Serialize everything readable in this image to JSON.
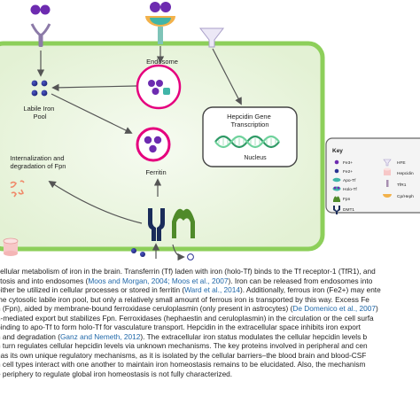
{
  "diagram": {
    "labels": {
      "endosome": "Endosome",
      "labile_iron_pool": "Labile Iron\nPool",
      "ferritin": "Ferritin",
      "internalization": "Internalization and\ndegradation of Fpn",
      "hepcidin_gene": "Hepcidin Gene\nTranscription",
      "nucleus": "Nucleus"
    },
    "key": {
      "title": "Key",
      "left": [
        "Fe3+",
        "Fe2+",
        "Apo-Tf",
        "Holo-Tf",
        "Fpn",
        "DMT1"
      ],
      "right": [
        "HFE",
        "Hepcidin",
        "TfR1",
        "Cp/Heph"
      ]
    },
    "colors": {
      "cell_border": "#8dcf5a",
      "cell_fill": "#eaf5df",
      "iron": "#2a3292",
      "ferritin_ring": "#e5007e",
      "ferritin_core": "#6d2bb0",
      "dmt1": "#1a2c5a",
      "fpn": "#4f8a2a",
      "hepcidin": "#f4b6b6",
      "hfe": "#a89ec8",
      "tfr1": "#a78eb0",
      "cp_heph": "#f2b14a",
      "dna_green": "#3fb27a",
      "arrow": "#555555"
    }
  },
  "caption": {
    "line1": [
      {
        "t": "cellular metabolism of iron in the brain. Transferrin (Tf) laden with iron (holo-Tf) binds to the Tf receptor-1 (TfR1), and"
      }
    ],
    "line2": [
      {
        "t": "ytosis and into endosomes ("
      },
      {
        "t": "Moos and Morgan, 2004; Moos et al., 2007",
        "link": true
      },
      {
        "t": "). Iron can be released from endosomes into"
      }
    ],
    "line3": [
      {
        "t": "either be utilized in cellular processes or stored in ferritin ("
      },
      {
        "t": "Ward et al., 2014",
        "link": true
      },
      {
        "t": "). Additionally, ferrous iron (Fe2+) may ente"
      }
    ],
    "line4": [
      {
        "t": "the cytosolic labile iron pool, but only a relatively small amount of ferrous iron is transported by this way. Excess Fe"
      }
    ],
    "line5": [
      {
        "t": "n (Fpn), aided by membrane-bound ferroxidase ceruloplasmin (only present in astrocytes) ("
      },
      {
        "t": "De Domenico et al., 2007",
        "link": true
      },
      {
        "t": ")"
      }
    ],
    "line6": [
      {
        "t": "n-mediated export but stabilizes Fpn. Ferroxidases (hephaestin and ceruloplasmin) in the circulation or the cell surfa"
      }
    ],
    "line7": [
      {
        "t": "binding to apo-Tf to form holo-Tf for vasculature transport. Hepcidin in the extracellular space inhibits iron export"
      }
    ],
    "line8": [
      {
        "t": "n and degradation ("
      },
      {
        "t": "Ganz and Nemeth, 2012",
        "link": true
      },
      {
        "t": "). The extracellular iron status modulates the cellular hepcidin levels b"
      }
    ],
    "line9": [
      {
        "t": "n turn regulates cellular hepcidin levels via unknown mechanisms. The key proteins involved in peripheral and cen"
      }
    ],
    "line10": [
      {
        "t": "has its own unique regulatory mechanisms, as it is isolated by the cellular barriers–the blood brain and blood-CSF"
      }
    ],
    "line11": [
      {
        "t": "n cell types interact with one another to maintain iron homeostasis remains to be elucidated. Also, the mechanism"
      }
    ],
    "line12": [
      {
        "t": "e periphery to regulate global iron homeostasis is not fully characterized."
      }
    ]
  }
}
